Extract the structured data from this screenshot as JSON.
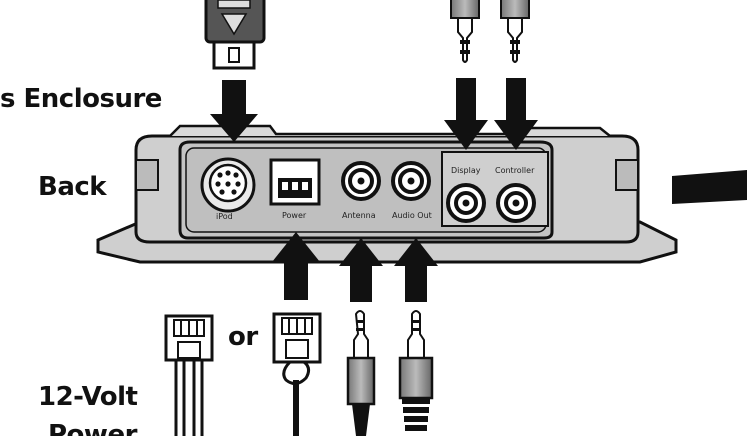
{
  "labels": {
    "enclosure": "s Enclosure",
    "back": "Back",
    "or": "or",
    "volt": "12-Volt",
    "power_partial": "Power"
  },
  "ports": {
    "ipod": "iPod",
    "power": "Power",
    "antenna": "Antenna",
    "audio_out": "Audio Out",
    "display": "Display",
    "controller": "Controller"
  },
  "colors": {
    "outline": "#111111",
    "body": "#cfcfcf",
    "panel": "#b8b8b8",
    "arrow": "#111111"
  },
  "icons": [
    "ipod-connector-icon",
    "rca-jack-icon",
    "mini-plug-icon",
    "power-socket-icon",
    "arrow-down-icon",
    "arrow-up-icon",
    "phone-connector-icon"
  ]
}
